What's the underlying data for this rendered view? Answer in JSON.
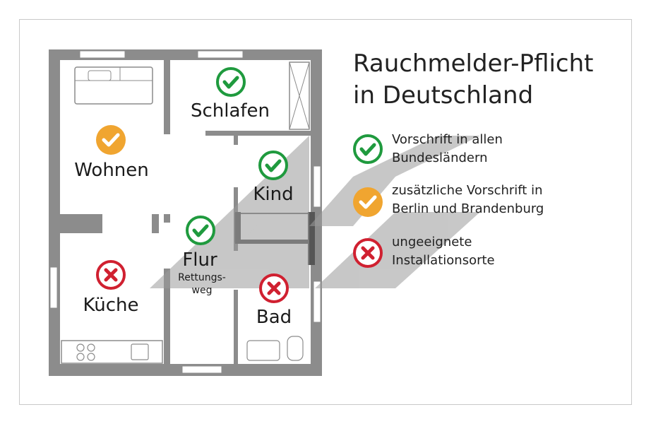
{
  "title": {
    "line1": "Rauchmelder-Pflicht",
    "line2": "in Deutschland"
  },
  "rooms": {
    "wohnen": "Wohnen",
    "schlafen": "Schlafen",
    "kind": "Kind",
    "flur": "Flur",
    "flur_sub1": "Rettungs-",
    "flur_sub2": "weg",
    "kueche": "Küche",
    "bad": "Bad"
  },
  "legend": {
    "required_all": {
      "line1": "Vorschrift in allen",
      "line2": "Bundesländern",
      "icon": "green-check-icon"
    },
    "required_berlin": {
      "line1": "zusätzliche Vorschrift in",
      "line2": "Berlin und Brandenburg",
      "icon": "orange-check-icon"
    },
    "unsuitable": {
      "line1": "ungeeignete",
      "line2": "Installationsorte",
      "icon": "red-cross-icon"
    }
  },
  "colors": {
    "green": "#1f9a3e",
    "orange": "#f0a530",
    "red": "#d02030",
    "wall": "#8a8a8a",
    "watermark": "#999999"
  }
}
